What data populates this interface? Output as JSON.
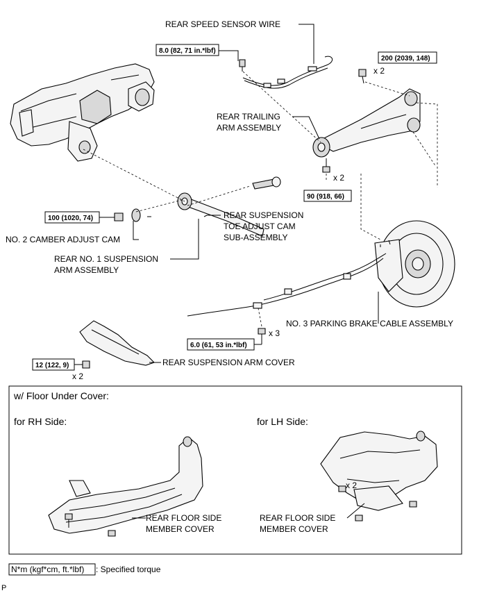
{
  "labels": {
    "rear_speed_sensor_wire": "REAR SPEED SENSOR WIRE",
    "rear_trailing_arm_l1": "REAR TRAILING",
    "rear_trailing_arm_l2": "ARM ASSEMBLY",
    "toe_cam_l1": "REAR SUSPENSION",
    "toe_cam_l2": "TOE ADJUST CAM",
    "toe_cam_l3": "SUB-ASSEMBLY",
    "camber_cam": "NO. 2 CAMBER ADJUST CAM",
    "no1_arm_l1": "REAR NO. 1 SUSPENSION",
    "no1_arm_l2": "ARM ASSEMBLY",
    "parking_cable": "NO. 3 PARKING BRAKE CABLE ASSEMBLY",
    "arm_cover": "REAR SUSPENSION ARM COVER",
    "floor_cover_rh_l1": "REAR FLOOR SIDE",
    "floor_cover_rh_l2": "MEMBER COVER",
    "floor_cover_lh_l1": "REAR FLOOR SIDE",
    "floor_cover_lh_l2": "MEMBER COVER"
  },
  "torques": {
    "speed_sensor_bolt": "8.0 (82, 71 in.*lbf)",
    "trailing_arm_upper": "200 (2039, 148)",
    "trailing_arm_lower": "90 (918, 66)",
    "no1_arm_nut": "100 (1020, 74)",
    "parking_cable_bolt": "6.0 (61, 53 in.*lbf)",
    "arm_cover_bolt": "12 (122, 9)"
  },
  "quantities": {
    "trailing_upper": "x 2",
    "trailing_lower": "x 2",
    "parking_cable": "x 3",
    "arm_cover": "x 2",
    "lh_cover": "x 2"
  },
  "floor_section": {
    "title": "w/ Floor Under Cover:",
    "rh_side": "for RH Side:",
    "lh_side": "for LH Side:"
  },
  "legend": {
    "unit_box": "N*m (kgf*cm, ft.*lbf)",
    "text": ": Specified torque"
  },
  "footer": {
    "code": "P"
  }
}
